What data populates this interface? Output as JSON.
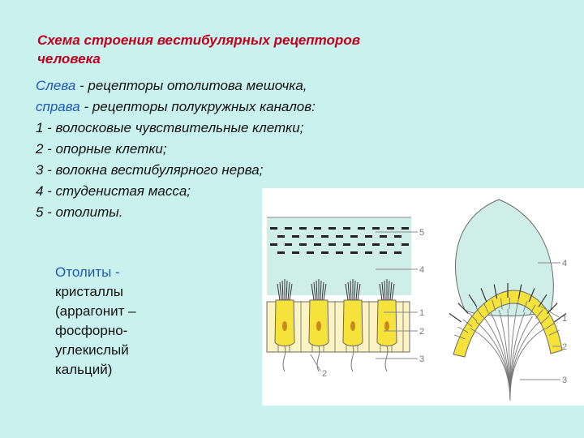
{
  "heading": {
    "line1": "Схема строения вестибулярных рецепторов",
    "line2": "человека"
  },
  "legend": {
    "left_word": "Слева",
    "left_text": " - рецепторы отолитова мешочка,",
    "right_word": "справа",
    "right_text": " - рецепторы полукружных каналов:",
    "items": [
      "1 - волосковые чувствительные клетки;",
      "2 - опорные клетки;",
      "3 - волокна вестибулярного нерва;",
      "4 - студенистая масса;",
      "5 - отолиты."
    ]
  },
  "note": {
    "lines": [
      "Отолиты -",
      "кристаллы",
      "(аррагонит –",
      "фосфорно-",
      "углекислый",
      "кальций)"
    ]
  },
  "figure": {
    "left_labels": [
      "5",
      "4",
      "1",
      "2",
      "3",
      "2"
    ],
    "right_labels": [
      "4",
      "1",
      "2",
      "3"
    ],
    "colors": {
      "gel": "#cfeee8",
      "otolith": "#222222",
      "hair_cell": "#f5e23a",
      "support_cell": "#fbf3c2",
      "outline": "#6a6a6a",
      "nerve": "#777777"
    }
  }
}
